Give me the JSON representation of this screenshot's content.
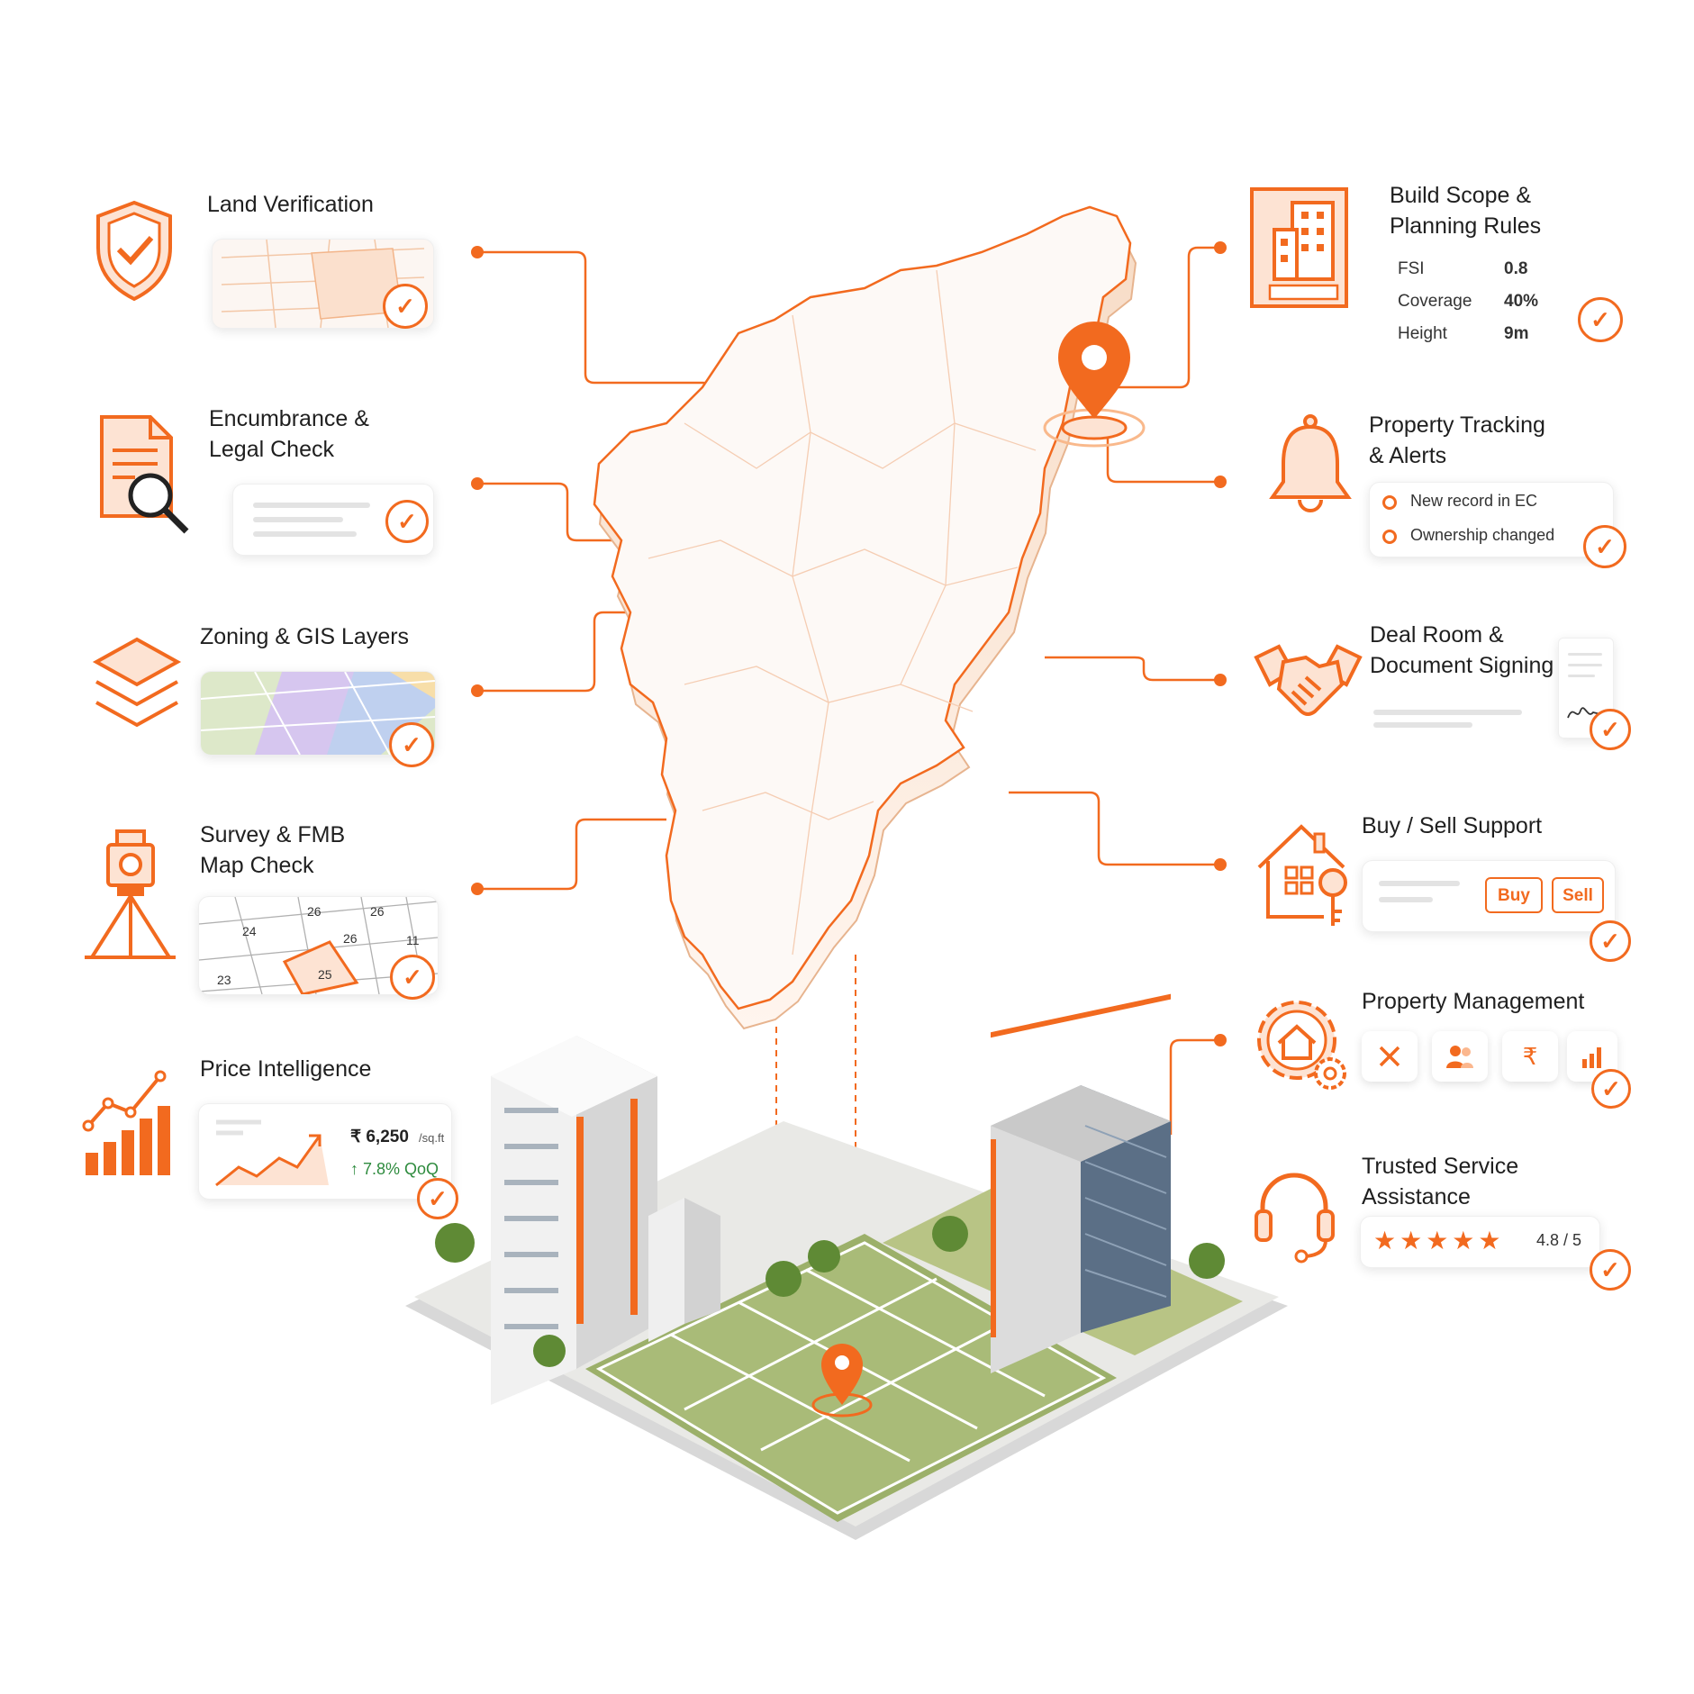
{
  "colors": {
    "accent": "#f26a1f",
    "accent_light": "#fde3d3",
    "text": "#1f1f1f"
  },
  "left": {
    "land": {
      "title": "Land Verification",
      "icon": "shield-check-icon"
    },
    "encumbrance": {
      "title": "Encumbrance &\nLegal Check",
      "icon": "document-search-icon"
    },
    "zoning": {
      "title": "Zoning & GIS Layers",
      "icon": "layers-icon"
    },
    "survey": {
      "title": "Survey & FMB\nMap Check",
      "icon": "theodolite-icon",
      "plot_numbers": [
        "26",
        "26",
        "24",
        "26",
        "23",
        "25",
        "11"
      ]
    },
    "price": {
      "title": "Price Intelligence",
      "icon": "growth-chart-icon",
      "price": "₹ 6,250",
      "unit": "/sq.ft",
      "change": "↑ 7.8% QoQ"
    }
  },
  "right": {
    "build": {
      "title": "Build Scope &\nPlanning Rules",
      "icon": "building-blueprint-icon",
      "rows": [
        {
          "label": "FSI",
          "value": "0.8"
        },
        {
          "label": "Coverage",
          "value": "40%"
        },
        {
          "label": "Height",
          "value": "9m"
        }
      ]
    },
    "tracking": {
      "title": "Property Tracking\n& Alerts",
      "icon": "bell-icon",
      "alerts": [
        "New record in EC",
        "Ownership changed"
      ]
    },
    "deal": {
      "title": "Deal Room &\nDocument Signing",
      "icon": "handshake-icon"
    },
    "buysell": {
      "title": "Buy / Sell Support",
      "icon": "house-key-icon",
      "buy": "Buy",
      "sell": "Sell"
    },
    "management": {
      "title": "Property Management",
      "icon": "house-gear-icon",
      "tools": [
        "tools-icon",
        "people-icon",
        "rupee-icon",
        "bar-chart-icon"
      ],
      "rupee": "₹"
    },
    "trusted": {
      "title": "Trusted Service\nAssistance",
      "icon": "headset-icon",
      "stars": "★★★★★",
      "rating": "4.8 / 5"
    }
  },
  "check_mark": "✓"
}
